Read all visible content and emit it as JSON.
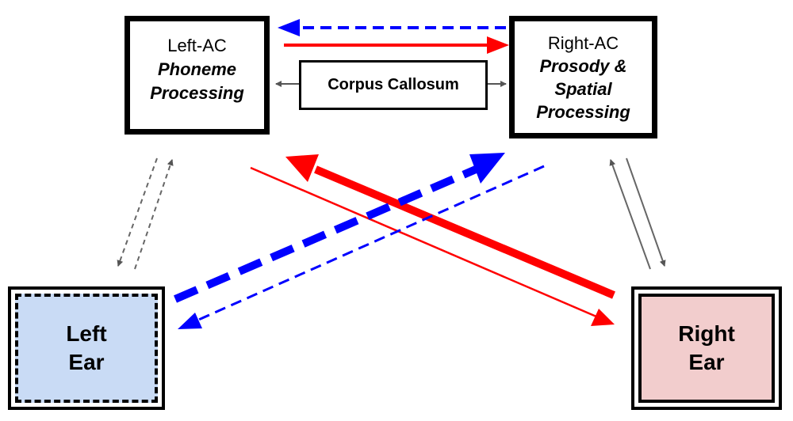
{
  "nodes": {
    "left_ac": {
      "title": "Left-AC",
      "line1": "Phoneme",
      "line2": "Processing"
    },
    "right_ac": {
      "title": "Right-AC",
      "line1": "Prosody &",
      "line2": "Spatial",
      "line3": "Processing"
    },
    "corpus_callosum": {
      "label": "Corpus Callosum"
    },
    "left_ear": {
      "line1": "Left",
      "line2": "Ear",
      "fill": "#c9dbf5"
    },
    "right_ear": {
      "line1": "Right",
      "line2": "Ear",
      "fill": "#f2cdcd"
    }
  },
  "colors": {
    "red": "#ff0000",
    "blue": "#0000ff",
    "gray": "#666666"
  }
}
